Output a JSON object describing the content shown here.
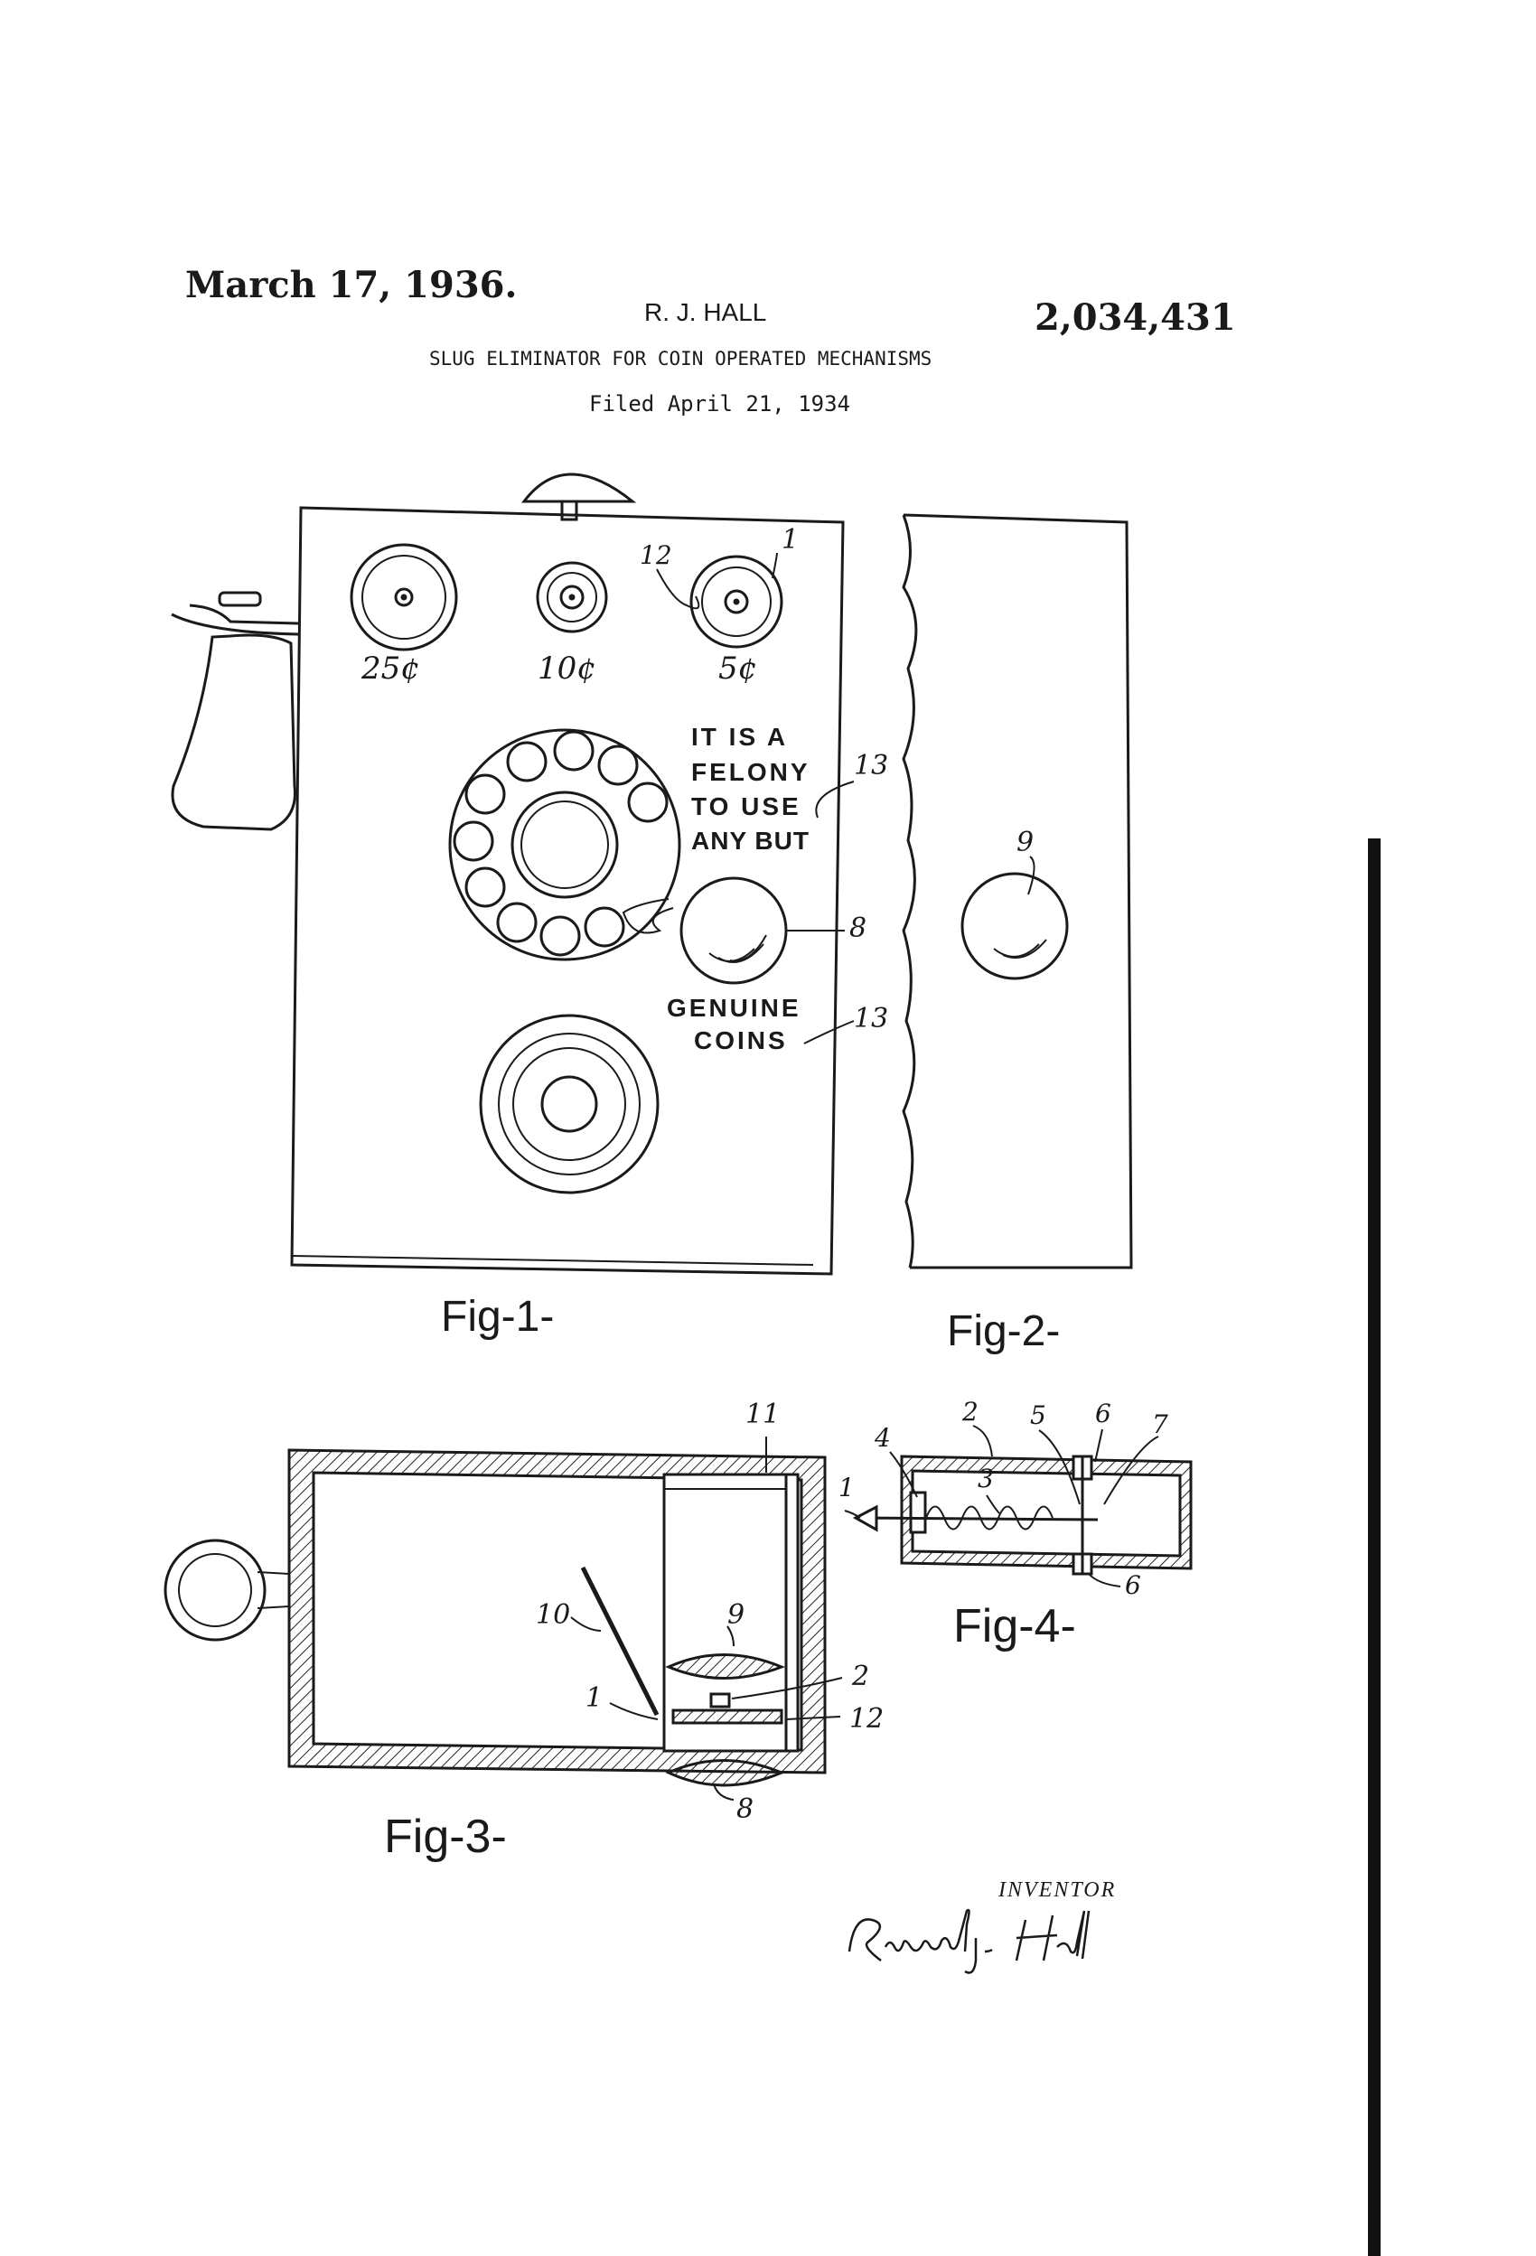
{
  "header": {
    "date": "March 17, 1936.",
    "inventor": "R. J. HALL",
    "patent_number": "2,034,431",
    "title": "SLUG ELIMINATOR FOR COIN OPERATED MECHANISMS",
    "filed": "Filed April 21, 1934"
  },
  "fig1": {
    "coin_labels": [
      "25¢",
      "10¢",
      "5¢"
    ],
    "warning_top": [
      "IT IS A",
      "FELONY",
      "TO USE",
      "ANY BUT"
    ],
    "warning_bottom": [
      "GENUINE",
      "COINS"
    ],
    "refs": [
      "1",
      "12",
      "13",
      "8",
      "13"
    ],
    "caption": "Fig-1-"
  },
  "fig2": {
    "refs": [
      "9"
    ],
    "caption": "Fig-2-"
  },
  "fig3": {
    "refs": [
      "11",
      "10",
      "9",
      "1",
      "2",
      "12",
      "8"
    ],
    "caption": "Fig-3-"
  },
  "fig4": {
    "refs": [
      "2",
      "5",
      "6",
      "7",
      "4",
      "1",
      "3",
      "6"
    ],
    "caption": "Fig-4-"
  },
  "signature": {
    "label": "INVENTOR",
    "name": "Russell J. Hall"
  }
}
